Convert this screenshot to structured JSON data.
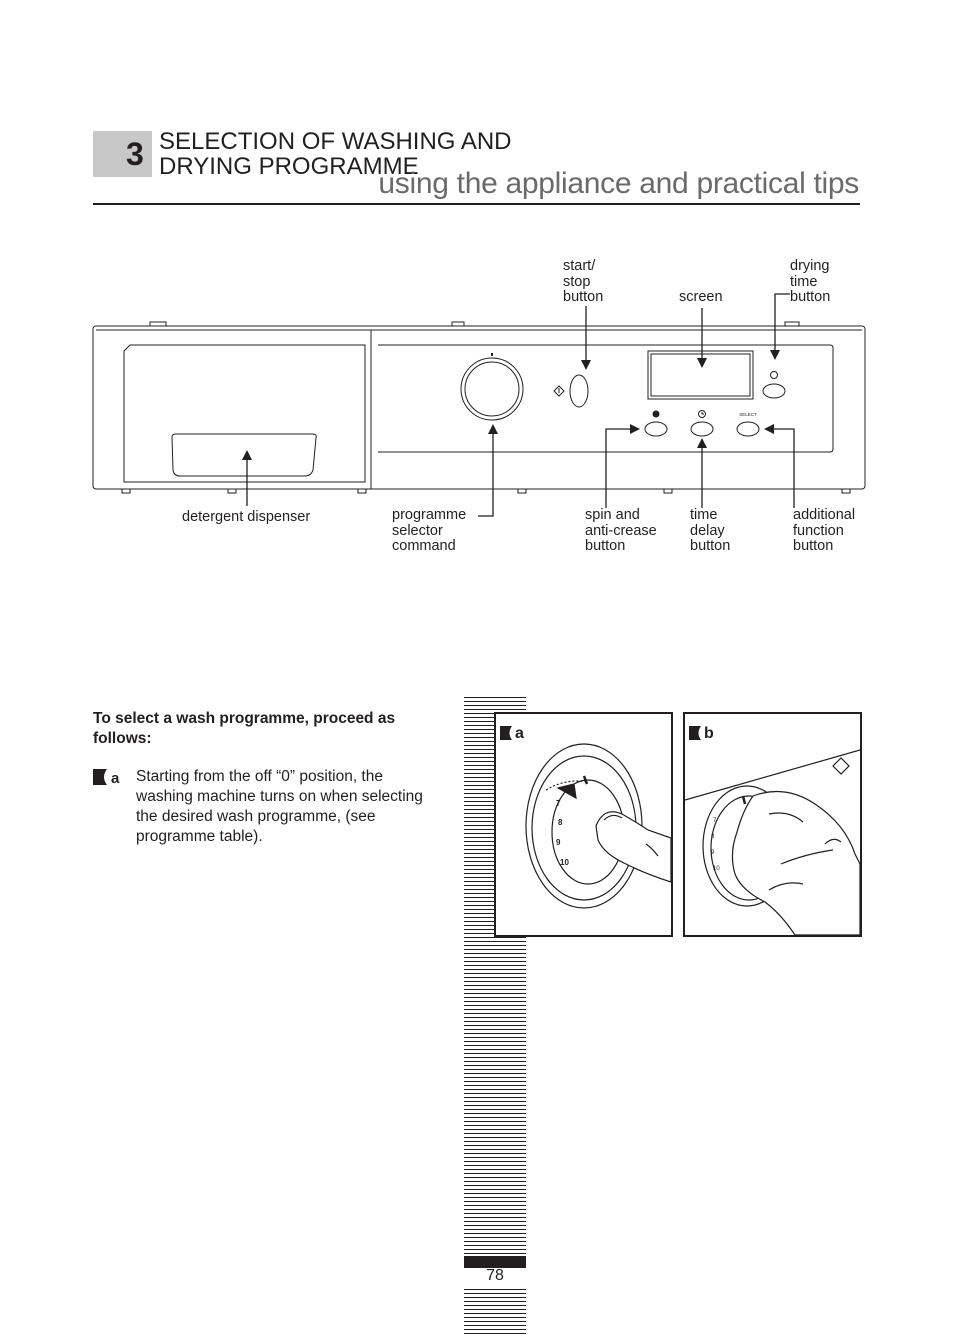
{
  "header": {
    "chapter_number": "3",
    "section_title_line1": "SELECTION OF WASHING AND",
    "section_title_line2": "DRYING PROGRAMME",
    "running_head": "using the appliance and practical tips"
  },
  "diagram": {
    "labels": {
      "start_stop": "start/\nstop\nbutton",
      "screen": "screen",
      "drying_time": "drying\ntime\nbutton",
      "detergent": "detergent dispenser",
      "programme_selector": "programme\nselector\ncommand",
      "spin": "spin and\nanti-crease\nbutton",
      "time_delay": "time\ndelay\nbutton",
      "additional": "additional\nfunction\nbutton"
    },
    "select_text": "SELECT"
  },
  "body": {
    "intro": "To select a wash programme, proceed as follows:",
    "step_letter": "a",
    "step_text": "Starting from the off “0” position, the washing machine turns on when selecting the desired wash programme, (see programme table)."
  },
  "figures": {
    "a_label": "a",
    "b_label": "b",
    "dial_a_numbers": [
      "7",
      "8",
      "9",
      "10"
    ],
    "dial_b_numbers": [
      "7",
      "8",
      "9",
      "10"
    ]
  },
  "footer": {
    "page_number": "78"
  }
}
